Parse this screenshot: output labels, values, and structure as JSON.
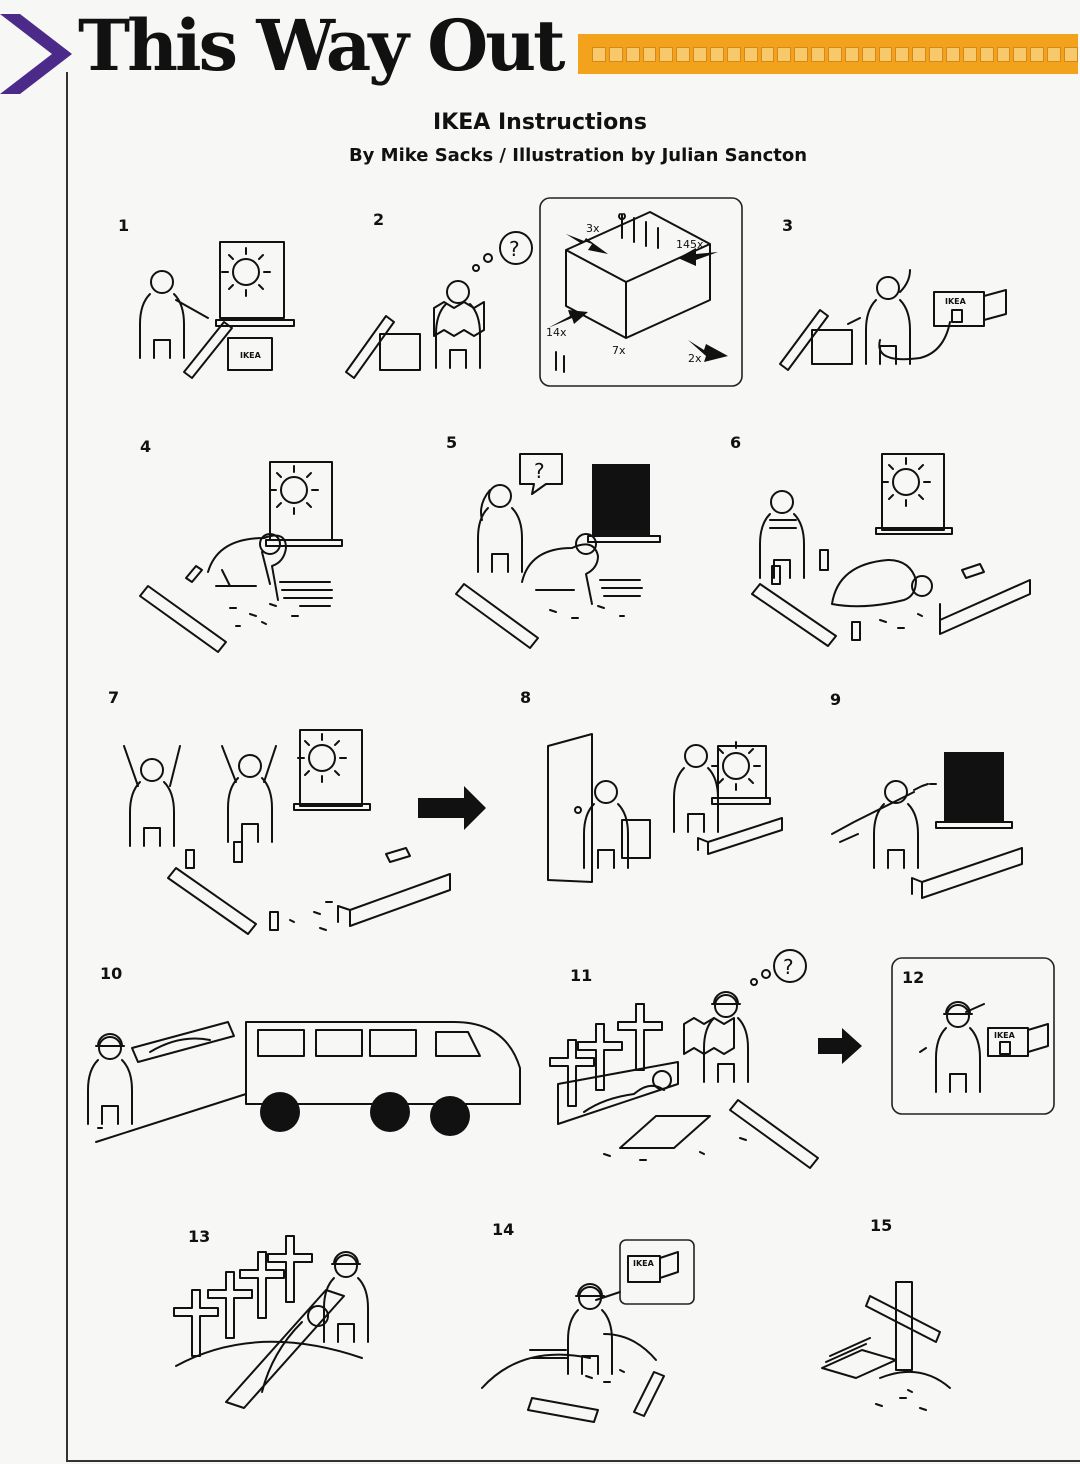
{
  "masthead": "This Way Out",
  "title": "IKEA Instructions",
  "byline": "By Mike Sacks / Illustration by Julian Sancton",
  "steps": [
    "1",
    "2",
    "3",
    "4",
    "5",
    "6",
    "7",
    "8",
    "9",
    "10",
    "11",
    "12",
    "13",
    "14",
    "15"
  ],
  "box_label": "IKEA",
  "callout_quantities": [
    "3x",
    "145x",
    "14x",
    "7x",
    "2x"
  ],
  "thought_mark": "?",
  "colors": {
    "accent_stripe": "#f2a21b",
    "chevron": "#4b2a8a",
    "ink": "#111111"
  }
}
